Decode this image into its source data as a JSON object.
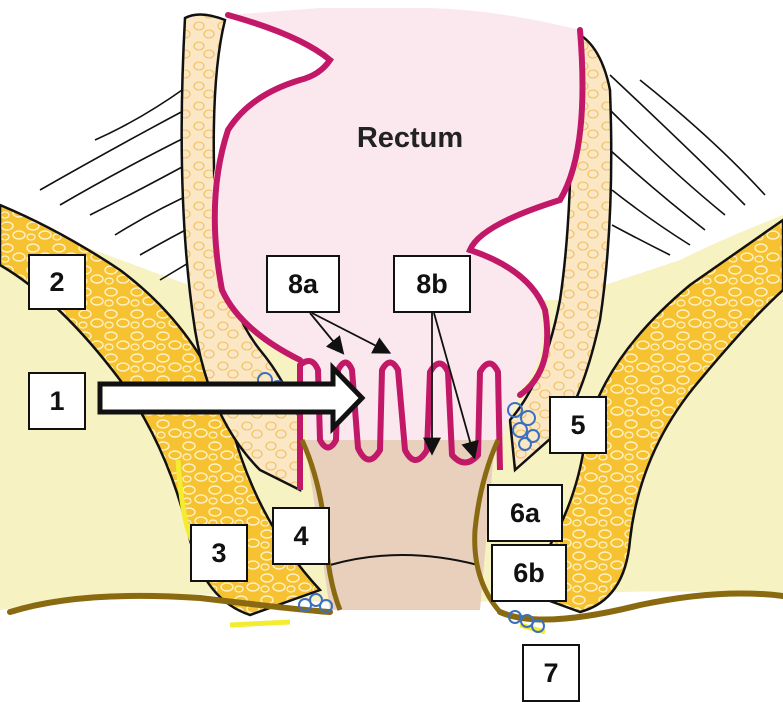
{
  "diagram": {
    "title": "Rectum",
    "labels": {
      "l1": "1",
      "l2": "2",
      "l3": "3",
      "l4": "4",
      "l5": "5",
      "l6a": "6a",
      "l6b": "6b",
      "l7": "7",
      "l8a": "8a",
      "l8b": "8b"
    }
  },
  "colors": {
    "background": "#ffffff",
    "perineum": "#f7f2c2",
    "fat": "#f7c232",
    "lumen": "#fbe8ee",
    "mucosa": "#c21868",
    "anal_canal": "#e8d0bc",
    "skin_outline": "#8a6a10",
    "venous_plexus": "#3a70c0"
  }
}
